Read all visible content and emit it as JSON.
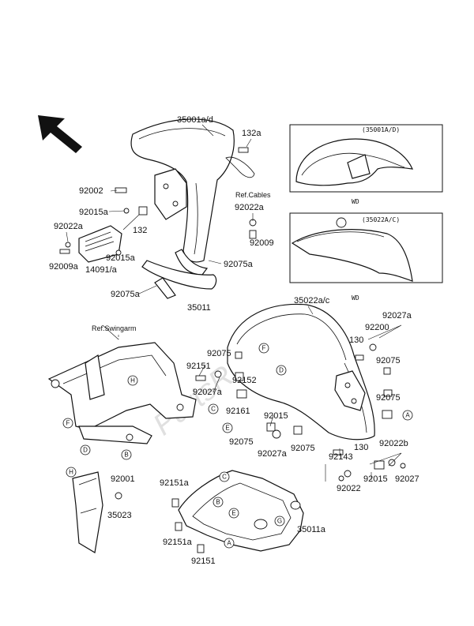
{
  "watermark": "PartsRepublik",
  "inset_front": {
    "code": "(35001A/D)",
    "note": "WD"
  },
  "inset_rear": {
    "code": "(35022A/C)",
    "note": "WD"
  },
  "labels": {
    "p35001ad": "35001a/d",
    "p132a": "132a",
    "p92002": "92002",
    "ref_cables": "Ref.Cables",
    "p92015a_1": "92015a",
    "p92022a_1": "92022a",
    "p92022a_2": "92022a",
    "p132": "132",
    "p92009": "92009",
    "p92015a_2": "92015a",
    "p92009a": "92009a",
    "p14091a": "14091/a",
    "p92075a_1": "92075a",
    "p92075a_2": "92075a",
    "p35011": "35011",
    "p35022ac": "35022a/c",
    "p92027a_top": "92027a",
    "ref_swingarm": "Ref.Swingarm",
    "p92200": "92200",
    "p130_1": "130",
    "p92075_1": "92075",
    "p92151_1": "92151",
    "p92152": "92152",
    "p92027a_mid": "92027a",
    "p92075_2": "92075",
    "p92075_3": "92075",
    "p92161": "92161",
    "p92015": "92015",
    "p92075_4": "92075",
    "p92075_5": "92075",
    "p92027a_low": "92027a",
    "p92143": "92143",
    "p130_2": "130",
    "p92022b": "92022b",
    "p92001": "92001",
    "p92151a_1": "92151a",
    "p35023": "35023",
    "p92022": "92022",
    "p92015_2": "92015",
    "p92027": "92027",
    "p92151a_2": "92151a",
    "p35011a": "35011a",
    "p92151_2": "92151"
  },
  "callouts": {
    "F": "F",
    "H": "H",
    "D": "D",
    "C": "C",
    "E": "E",
    "B": "B",
    "A": "A",
    "G": "G"
  },
  "icons": [
    "direction-arrow-icon"
  ]
}
